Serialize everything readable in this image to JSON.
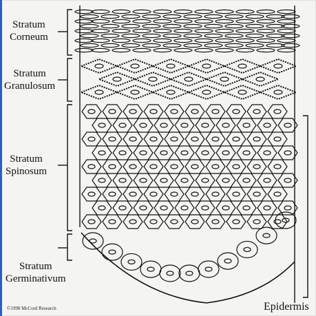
{
  "layers": [
    {
      "id": "corneum",
      "line1": "Stratum",
      "line2": "Corneum"
    },
    {
      "id": "granulosum",
      "line1": "Stratum",
      "line2": "Granulosum"
    },
    {
      "id": "spinosum",
      "line1": "Stratum",
      "line2": "Spinosum"
    },
    {
      "id": "germinativum",
      "line1": "Stratum",
      "line2": "Germinativum"
    }
  ],
  "region_label": "Epidermis",
  "credit": "©1998 McCord Research",
  "colors": {
    "ink": "#111111",
    "paper": "#f4f4f2",
    "edge": "#2f5fb3"
  }
}
